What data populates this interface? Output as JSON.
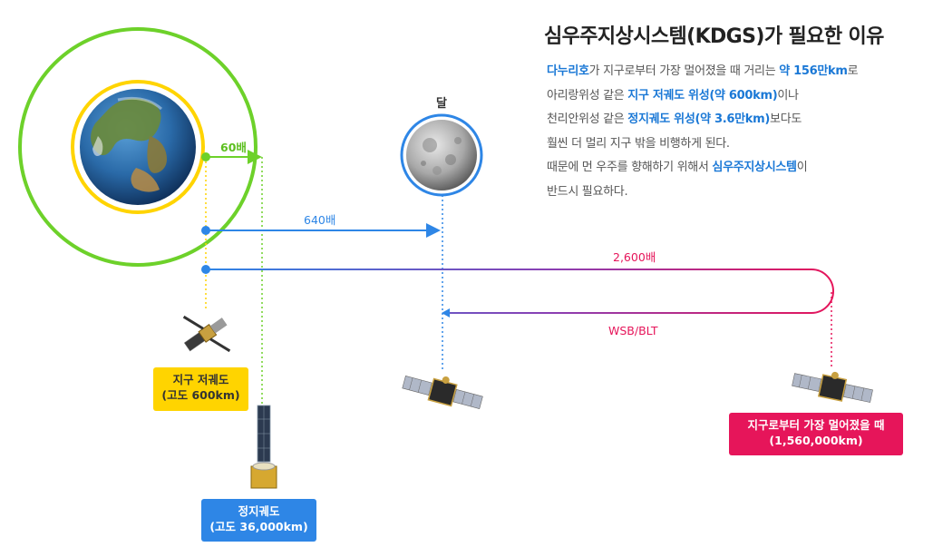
{
  "title": "심우주지상시스템(KDGS)가 필요한 이유",
  "description": {
    "line1": {
      "p1": "다누리호",
      "p2": "가 지구로부터 가장 멀어졌을 때 거리는 ",
      "p3": "약 156만km",
      "p4": "로"
    },
    "line2": {
      "p1": "아리랑위성 같은 ",
      "p2": "지구 저궤도 위성(약 600km)",
      "p3": "이나"
    },
    "line3": {
      "p1": "천리안위성 같은 ",
      "p2": "정지궤도 위성(약 3.6만km)",
      "p3": "보다도"
    },
    "line4": "훨씬 더 멀리 지구 밖을 비행하게 된다.",
    "line5": {
      "p1": "때문에 먼 우주를 향해하기 위해서 ",
      "p2": "심우주지상시스템",
      "p3": "이"
    },
    "line6": "반드시 필요하다."
  },
  "labels": {
    "moon": "달",
    "ratio_geo": "60배",
    "ratio_moon": "640배",
    "ratio_far": "2,600배",
    "return_path": "WSB/BLT"
  },
  "boxes": {
    "leo_line1": "지구 저궤도",
    "leo_line2": "(고도 600km)",
    "geo_line1": "정지궤도",
    "geo_line2": "(고도 36,000km)",
    "far_line1": "지구로부터 가장 멀어졌을 때",
    "far_line2": "(1,560,000km)"
  },
  "colors": {
    "leo": "#ffd400",
    "geo_orbit": "#6dd12a",
    "moon_line": "#2e86e6",
    "far_line": "#e6155a",
    "highlight": "#1a78d6"
  }
}
